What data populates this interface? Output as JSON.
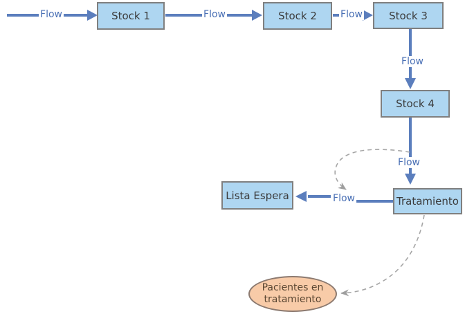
{
  "diagram": {
    "title": "stock-and-flow-model",
    "nodes": {
      "stock1": {
        "label": "Stock 1"
      },
      "stock2": {
        "label": "Stock 2"
      },
      "stock3": {
        "label": "Stock 3"
      },
      "stock4": {
        "label": "Stock 4"
      },
      "lista_espera": {
        "label": "Lista Espera"
      },
      "tratamiento": {
        "label": "Tratamiento"
      },
      "pacientes": {
        "label": "Pacientes en tratamiento"
      }
    },
    "flow_labels": [
      "Flow",
      "Flow",
      "Flow",
      "Flow",
      "Flow",
      "Flow"
    ],
    "colors": {
      "stock_fill": "#AED6F1",
      "stock_border": "#7F7F7F",
      "stock_text": "#3B3B3B",
      "flow_line": "#5B7EBD",
      "flow_label_text": "#4A70B5",
      "link_dashed": "#A6A6A6",
      "link_arrowhead": "#9E9E9E",
      "variable_fill": "#F8CBA8",
      "variable_border": "#8C7A70",
      "variable_text": "#5A4632",
      "background": "#FFFFFF"
    }
  }
}
